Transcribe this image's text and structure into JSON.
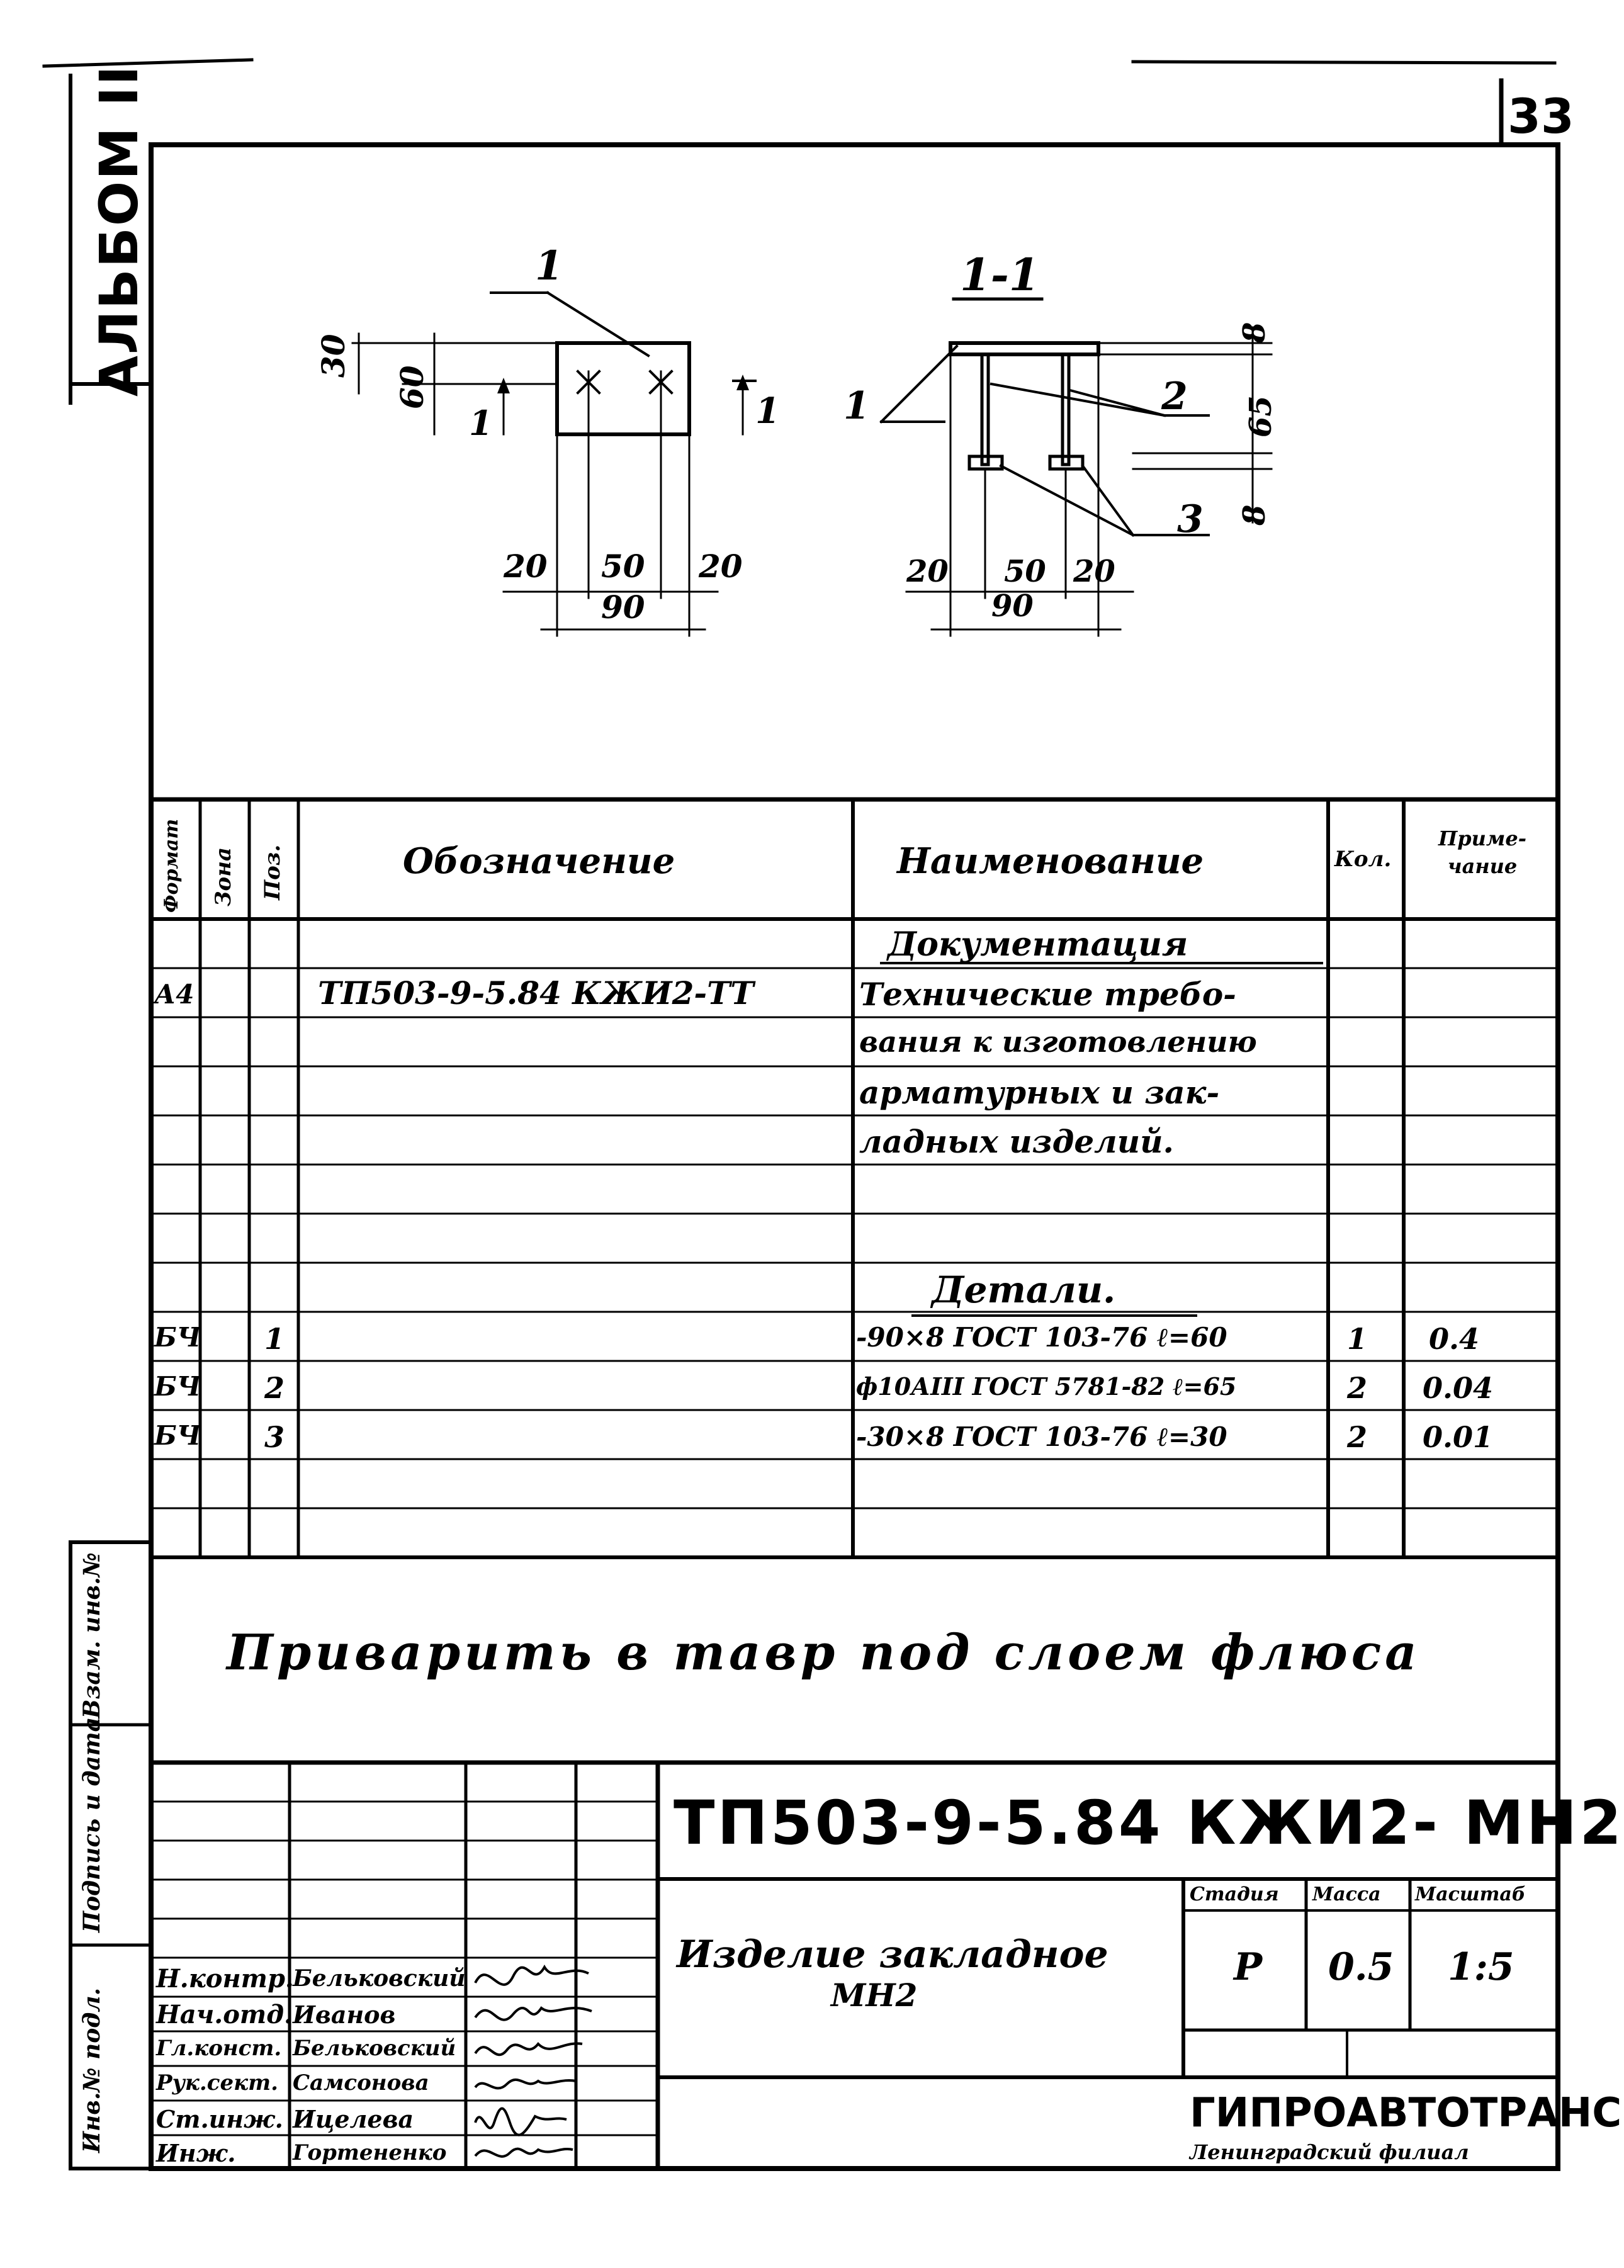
{
  "sheet": {
    "page_number": "33",
    "album_label": "АЛЬБОМ II"
  },
  "drawing": {
    "plan_leader": "1",
    "section_cut_label": "1",
    "section_title": "1-1",
    "plan_dims": {
      "d30": "30",
      "d60": "60",
      "d20a": "20",
      "d50": "50",
      "d20b": "20",
      "d90": "90"
    },
    "section_dims": {
      "d8a": "8",
      "d65": "65",
      "d8b": "8",
      "d20a": "20",
      "d50": "50",
      "d20b": "20",
      "d90": "90"
    },
    "section_leaders": {
      "l1": "1",
      "l2": "2",
      "l3": "3"
    }
  },
  "spec_table": {
    "headers": {
      "format": "Формат",
      "zone": "Зона",
      "pos": "Поз.",
      "designation": "Обозначение",
      "name": "Наименование",
      "qty": "Кол.",
      "note": "Приме-чание"
    },
    "section_docs": "Документация",
    "doc_row": {
      "format": "А4",
      "designation": "ТП503-9-5.84   КЖИ2-ТТ",
      "name_lines": [
        "Технические требо-",
        "вания к изготовлению",
        "арматурных и зак-",
        "ладных изделий."
      ]
    },
    "section_parts": "Детали.",
    "parts": [
      {
        "format": "БЧ",
        "pos": "1",
        "name": "-90×8 ГОСТ 103-76 ℓ=60",
        "qty": "1",
        "note": "0.4"
      },
      {
        "format": "БЧ",
        "pos": "2",
        "name": "ф10АIII ГОСТ 5781-82 ℓ=65",
        "qty": "2",
        "note": "0.04"
      },
      {
        "format": "БЧ",
        "pos": "3",
        "name": "-30×8 ГОСТ 103-76 ℓ=30",
        "qty": "2",
        "note": "0.01"
      }
    ]
  },
  "instruction": "Приварить в тавр под слоем флюса",
  "side_stamp": {
    "inv_podl": "Инв.№ подл.",
    "podpis": "Подпись и дата",
    "vzam": "Взам. инв.№"
  },
  "title_block": {
    "doc_code": "ТП503-9-5.84 КЖИ2- МН2",
    "product_name_1": "Изделие закладное",
    "product_name_2": "МН2",
    "col_stage": "Стадия",
    "col_mass": "Масса",
    "col_scale": "Масштаб",
    "stage": "Р",
    "mass": "0.5",
    "scale": "1:5",
    "org": "ГИПРОАВТОТРАНС",
    "branch": "Ленинградский филиал",
    "signatures": [
      {
        "role": "Н.контр.",
        "name": "Бельковский"
      },
      {
        "role": "Нач.отд.",
        "name": "Иванов"
      },
      {
        "role": "Гл.конст.",
        "name": "Бельковский"
      },
      {
        "role": "Рук.сект.",
        "name": "Самсонова"
      },
      {
        "role": "Ст.инж.",
        "name": "Ицелева"
      },
      {
        "role": "Инж.",
        "name": "Гортененко"
      }
    ]
  }
}
